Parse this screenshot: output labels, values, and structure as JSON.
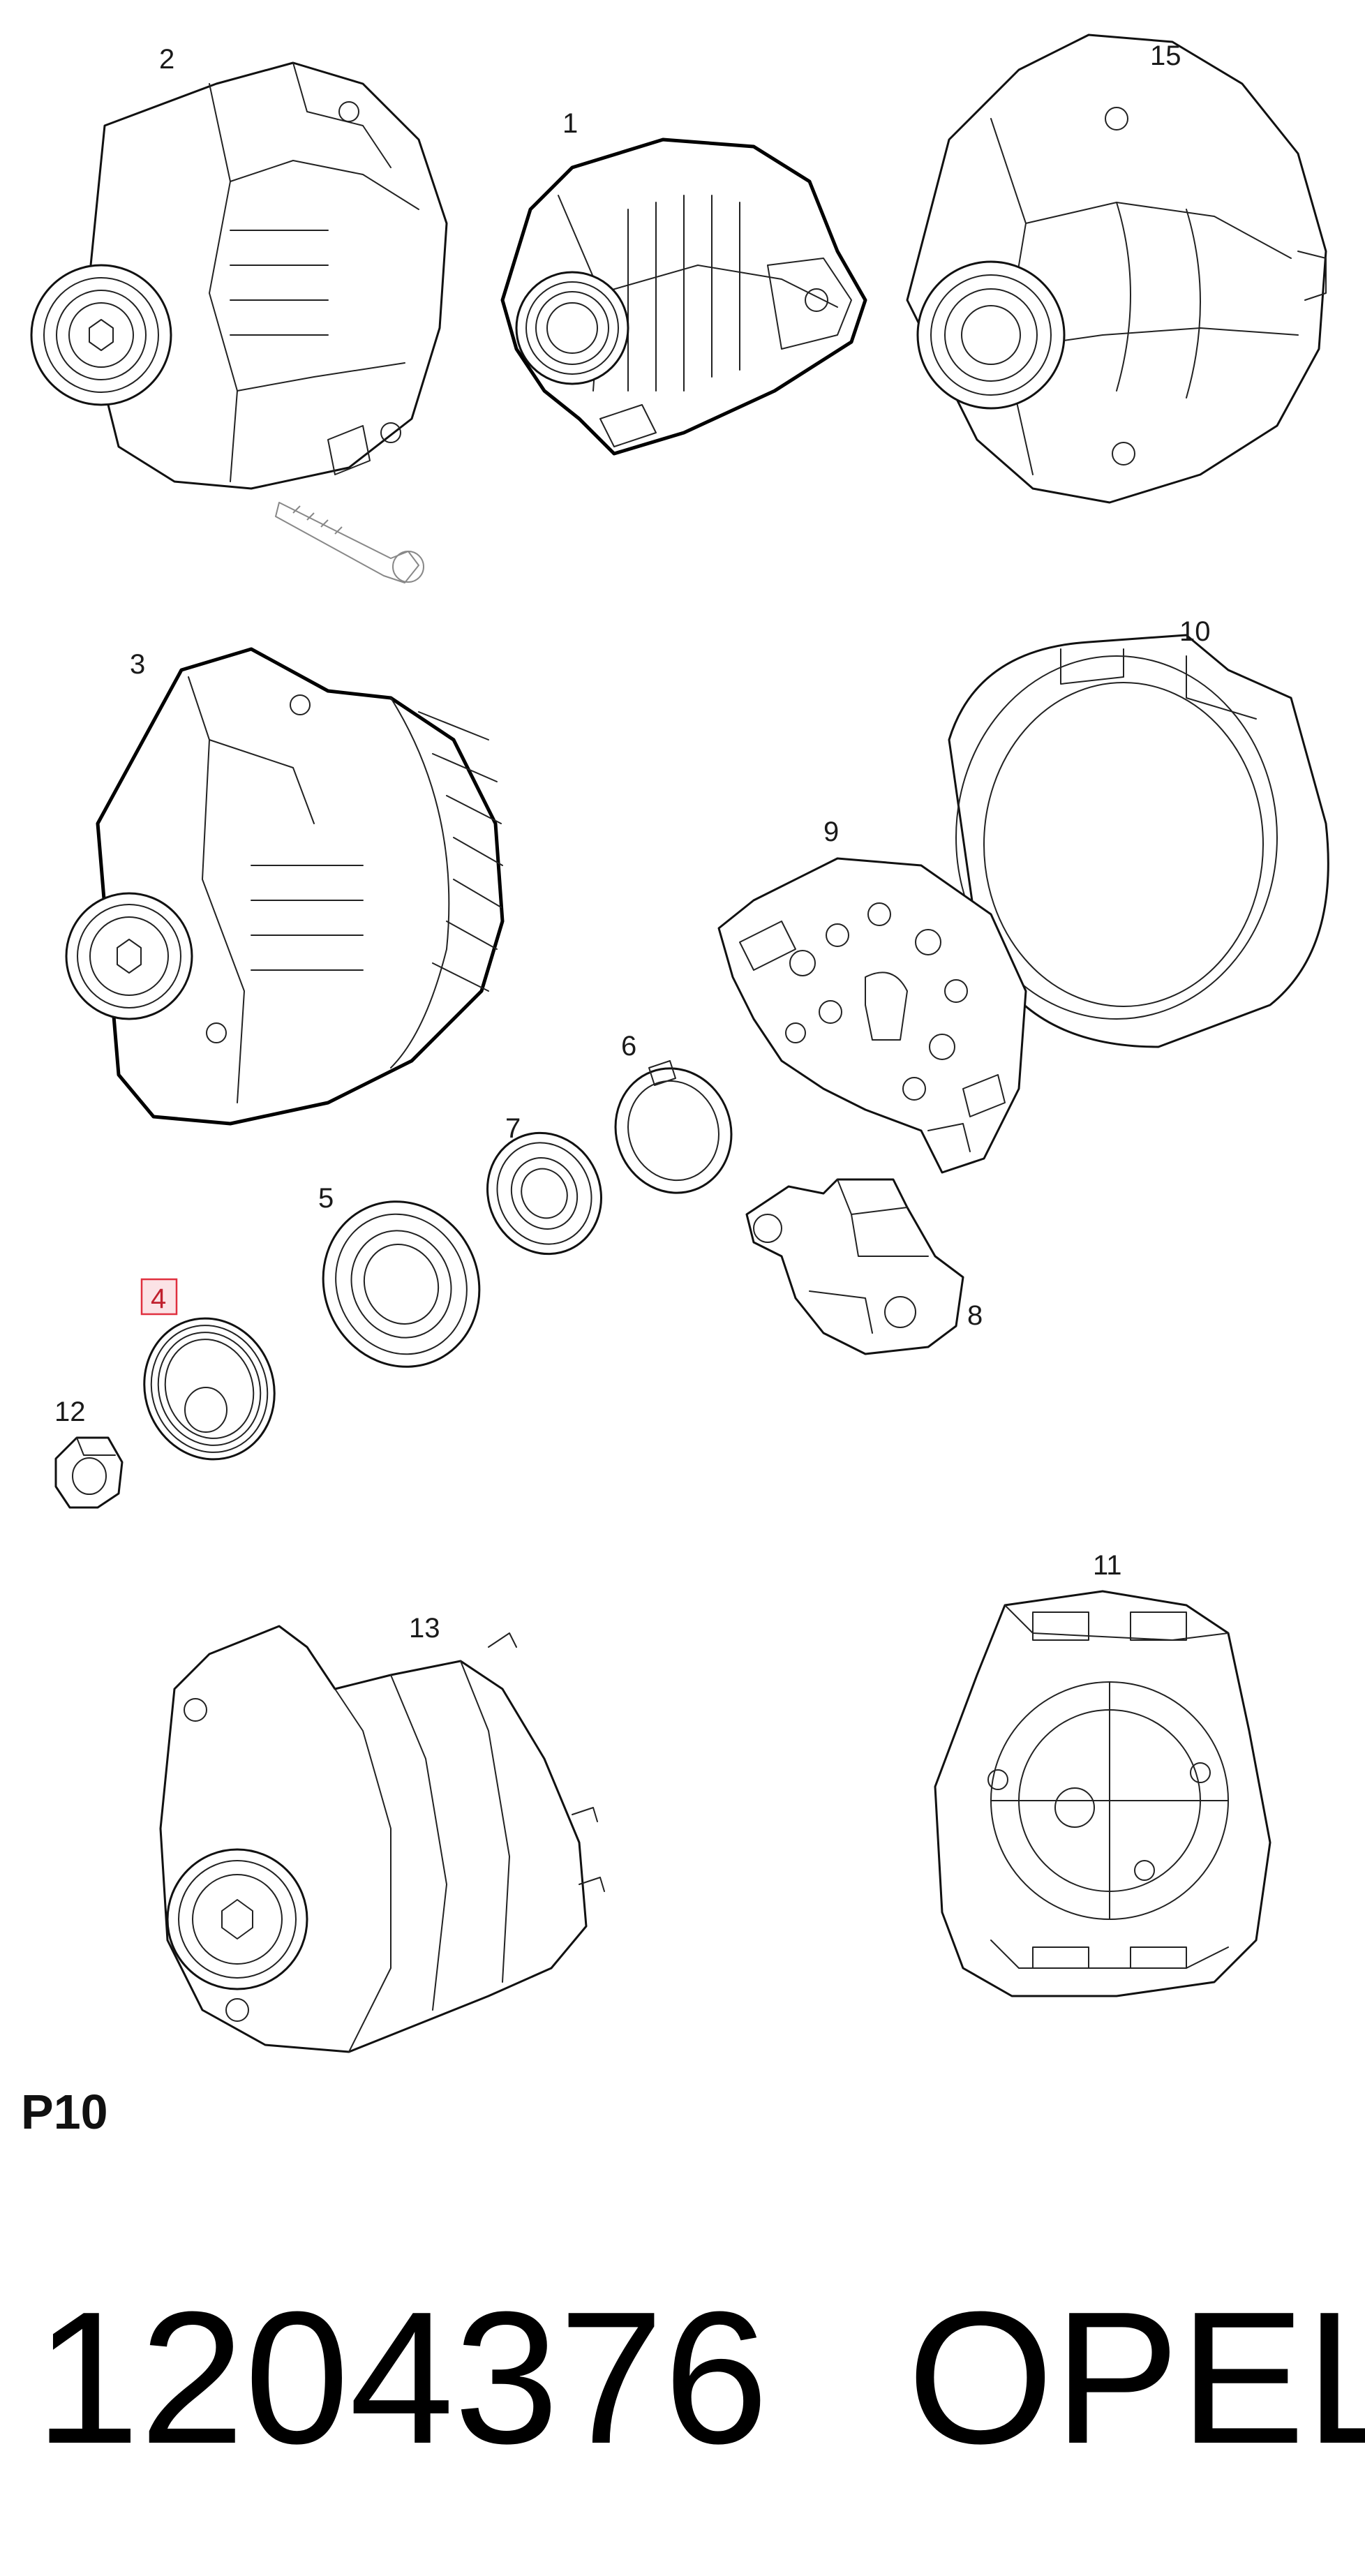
{
  "callouts": {
    "n1": "1",
    "n2": "2",
    "n3": "3",
    "n4": "4",
    "n5": "5",
    "n6": "6",
    "n7": "7",
    "n8": "8",
    "n9": "9",
    "n10": "10",
    "n11": "11",
    "n12": "12",
    "n13": "13",
    "n15": "15"
  },
  "highlighted_callout": "4",
  "sheet_label": "P10",
  "part_number": "1204376",
  "brand": "OPEL",
  "colors": {
    "highlight_border": "#e0303f",
    "highlight_fill": "#fbe3e6",
    "line": "#111111"
  }
}
